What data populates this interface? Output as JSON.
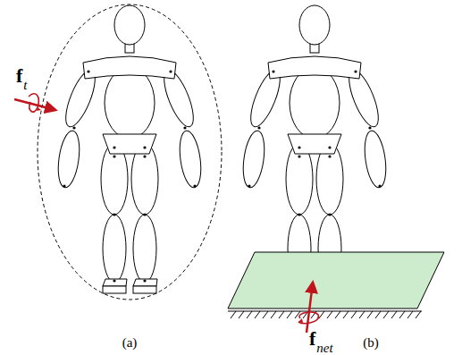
{
  "diagram": {
    "labels": [
      "f",
      "t",
      "(a)",
      "f",
      "net",
      "(b)"
    ]
  }
}
